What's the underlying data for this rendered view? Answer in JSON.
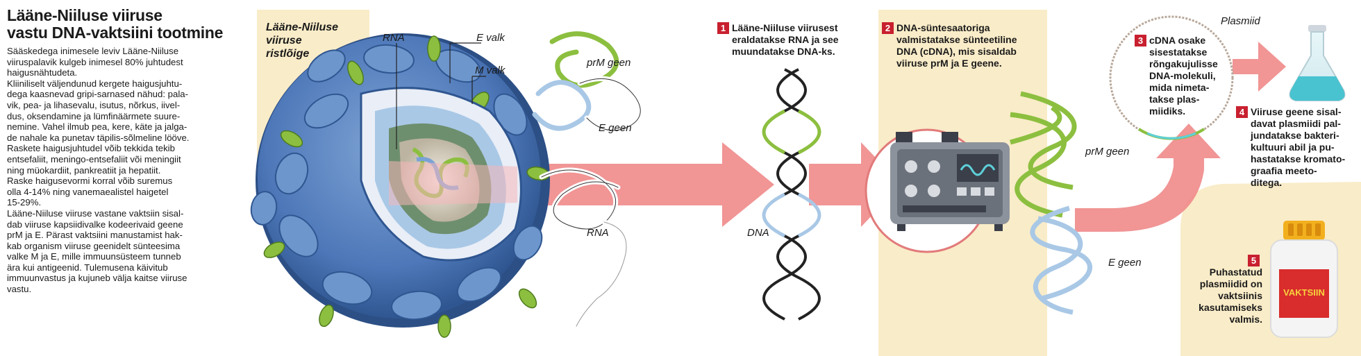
{
  "title": [
    "Lääne-Niiluse viiruse",
    "vastu DNA-vaktsiini tootmine"
  ],
  "paragraphs": [
    [
      "Sääskedega inimesele leviv Lääne-Niiluse",
      "viiruspalavik kulgeb inimesel 80% juhtudest",
      "haigusnähtudeta."
    ],
    [
      "Kliiniliselt väljendunud kergete haigusjuhtu-",
      "dega kaasnevad gripi-sarnased nähud: pala-",
      "vik, pea- ja lihasevalu, isutus, nõrkus, iivel-",
      "dus, oksendamine ja lümfinäärmete suure-",
      "nemine. Vahel ilmub pea, kere, käte ja jalga-",
      "de nahale ka punetav täpilis-sõlmeline lööve.",
      "Raskete haigusjuhtudel võib tekkida tekib",
      "entsefaliit, meningo-entsefaliit või meningiit",
      "ning müokardiit, pankreatiit ja hepatiit."
    ],
    [
      "Raske haigusevormi korral võib suremus",
      "olla 4-14% ning vanemaealistel haigetel",
      "15-29%."
    ],
    [
      "Lääne-Niiluse viiruse vastane vaktsiin sisal-",
      "dab viiruse kapsiidivalke kodeerivaid geene",
      "prM ja E. Pärast vaktsiini manustamist hak-",
      "kab organism viiruse geenidelt sünteesima",
      "valke M ja E, mille immuunsüsteem tunneb",
      "ära kui antigeenid. Tulemusena käivitub",
      "immuunvastus ja kujuneb välja kaitse viiruse",
      "vastu."
    ]
  ],
  "cross_section": {
    "title": [
      "Lääne-Niiluse",
      "viiruse",
      "ristlõige"
    ],
    "label_rna": "RNA",
    "label_e_protein": "E valk",
    "label_m_protein": "M valk"
  },
  "rna_panel": {
    "label_prm": "prM geen",
    "label_e": "E geen",
    "label_rna": "RNA"
  },
  "dna_label": "DNA",
  "steps": [
    {
      "num": "1",
      "lines": [
        "Lääne-Niiluse viirusest",
        "eraldatakse RNA ja see",
        "muundatakse DNA-ks."
      ]
    },
    {
      "num": "2",
      "lines": [
        "DNA-süntesaatoriga",
        "valmistatakse sünteetiline",
        "DNA (cDNA), mis sisaldab",
        "viiruse prM ja E geene."
      ]
    },
    {
      "num": "3",
      "lines": [
        "cDNA osake",
        "sisestatakse",
        "rõngakujulisse",
        "DNA-molekuli,",
        "mida nimeta-",
        "takse plas-",
        "miidiks."
      ]
    },
    {
      "num": "4",
      "lines": [
        "Viiruse geene sisal-",
        "davat plasmiidi pal-",
        "jundatakse bakteri-",
        "kultuuri abil ja pu-",
        "hastatakse kromato-",
        "graafia meeto-",
        "ditega."
      ]
    },
    {
      "num": "5",
      "lines": [
        "Puhastatud",
        "plasmiidid on",
        "vaktsiinis",
        "kasutamiseks",
        "valmis."
      ]
    }
  ],
  "cdna_labels": {
    "prm": "prM geen",
    "e": "E geen"
  },
  "plasmid_label": "Plasmiid",
  "vaccine_label": "VAKTSIIN",
  "colors": {
    "panel_bg": "#f9ecc8",
    "arrow": "#f08a8a",
    "green": "#8cbf3f",
    "blue": "#a9c8e6",
    "marker": "#c8202f"
  }
}
